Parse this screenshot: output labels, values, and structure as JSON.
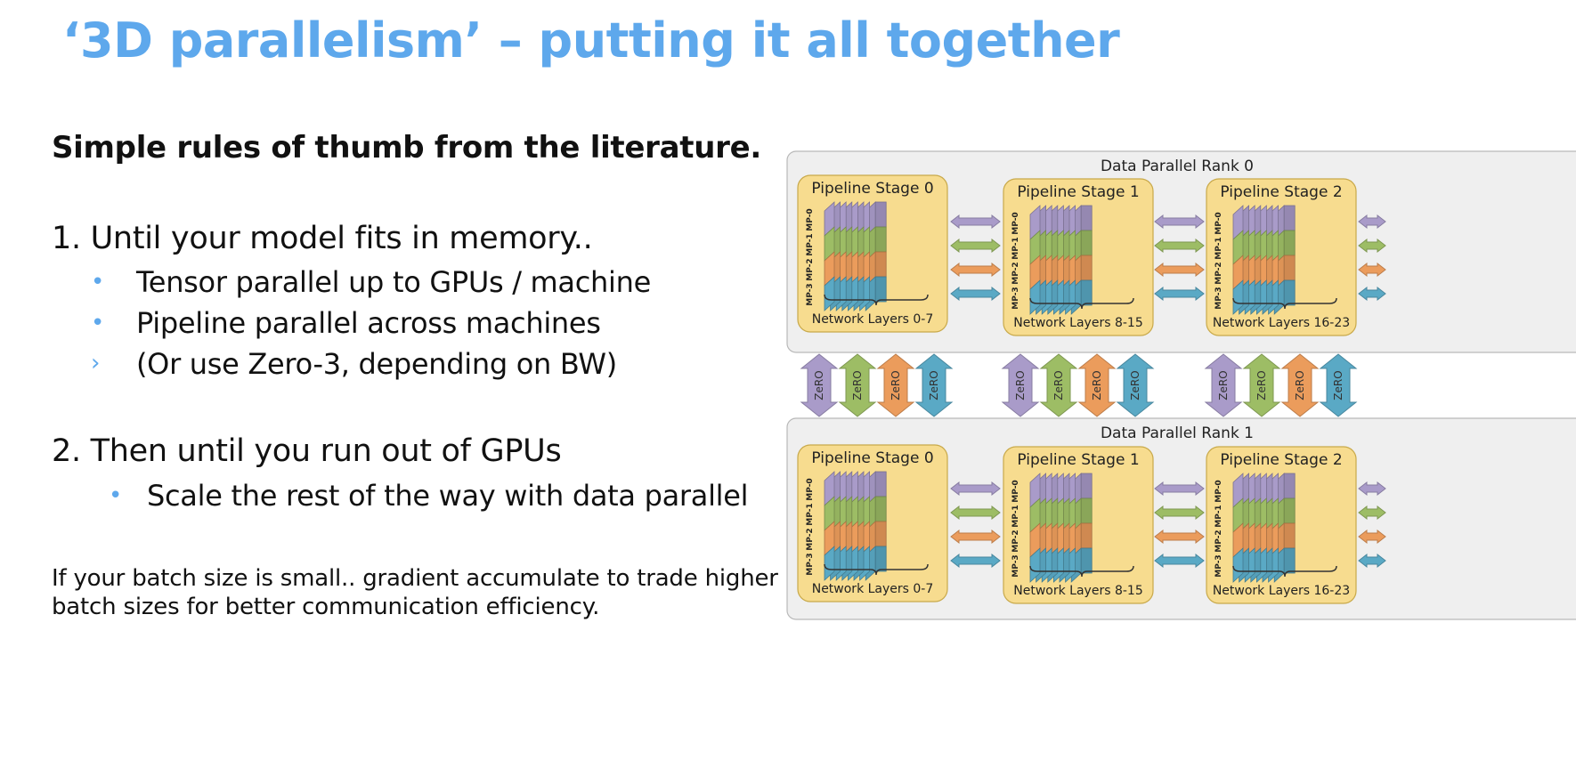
{
  "slide": {
    "title": "‘3D parallelism’ – putting it all together",
    "subtitle": "Simple rules of thumb from the literature.",
    "rule1": {
      "text": "1. Until your model fits in memory..",
      "bullets": [
        {
          "marker": "•",
          "text": "Tensor parallel up to GPUs / machine"
        },
        {
          "marker": "•",
          "text": "Pipeline parallel across machines"
        },
        {
          "marker": "›",
          "text": "(Or use Zero-3, depending on BW)"
        }
      ]
    },
    "rule2": {
      "text": "2. Then until you run out of GPUs",
      "bullets": [
        {
          "marker": "•",
          "text": "Scale the rest of the way with data parallel"
        }
      ]
    },
    "note": "If your batch size is small.. gradient accumulate to trade higher batch sizes for better communication efficiency."
  },
  "diagram": {
    "ranks": [
      "Data Parallel Rank 0",
      "Data Parallel Rank 1"
    ],
    "stages": [
      {
        "label": "Pipeline Stage 0",
        "layers": "Network Layers 0-7"
      },
      {
        "label": "Pipeline Stage 1",
        "layers": "Network Layers 8-15"
      },
      {
        "label": "Pipeline Stage 2",
        "layers": "Network Layers 16-23"
      }
    ],
    "mp_labels": [
      "MP-0",
      "MP-1",
      "MP-2",
      "MP-3"
    ],
    "zero_label": "ZeRO",
    "colors": {
      "mp0": "#a99bc9",
      "mp1": "#9dbd65",
      "mp2": "#eb9c5c",
      "mp3": "#5aa9c5",
      "stage_fill": "#f7dc8f",
      "stage_stroke": "#c8a94a",
      "rank_fill": "#efefef",
      "rank_stroke": "#b9b9b9"
    }
  }
}
